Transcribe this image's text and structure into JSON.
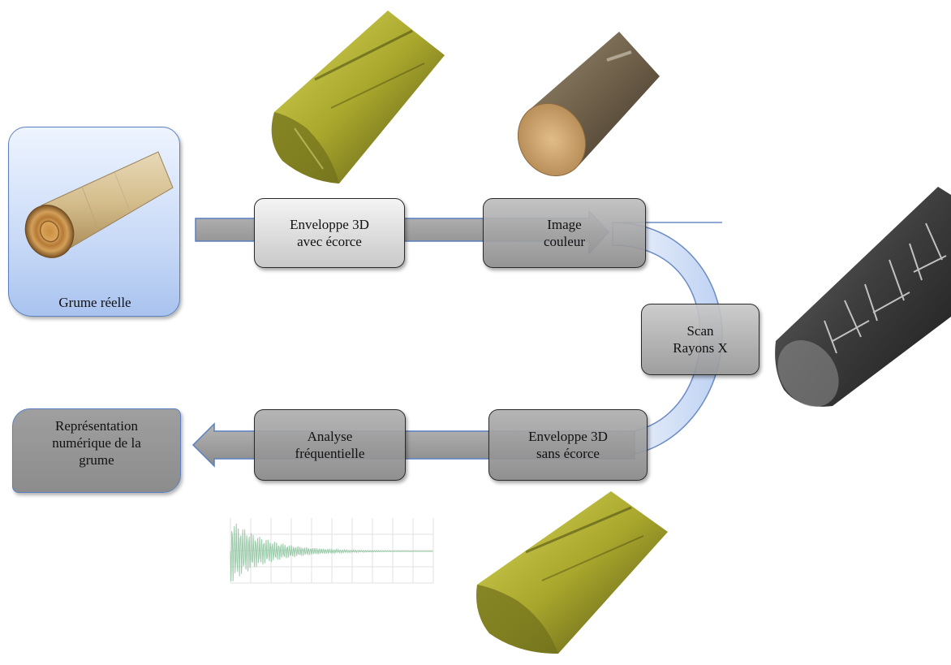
{
  "steps": {
    "log": "Grume réelle",
    "envelope_bark": "Enveloppe 3D\navec écorce",
    "color_image": "Image\ncouleur",
    "xray": "Scan\nRayons X",
    "envelope_no_bark": "Enveloppe 3D\nsans écorce",
    "frequency": "Analyse\nfréquentielle",
    "digital": "Représentation\nnumérique de la\ngrume"
  },
  "colors": {
    "box_dark": "#9a9a9a",
    "box_light": "#dcdcdc",
    "card_blue": "#c9daf7",
    "card_border": "#5b7fc0",
    "arrow_fill": "#9a9a9a",
    "curve_fill": "#c7d8f5",
    "envelope_yellow": "#b9b93a",
    "signal_green": "#8ec5a0"
  },
  "images": {
    "real_log": "wood-log-photo",
    "envelope_top": "yellow-3d-envelope-render",
    "color_scan": "color-log-render",
    "xray_scan": "xray-log-render",
    "envelope_bottom": "yellow-3d-envelope-render",
    "signal_plot": "frequency-signal-plot"
  }
}
